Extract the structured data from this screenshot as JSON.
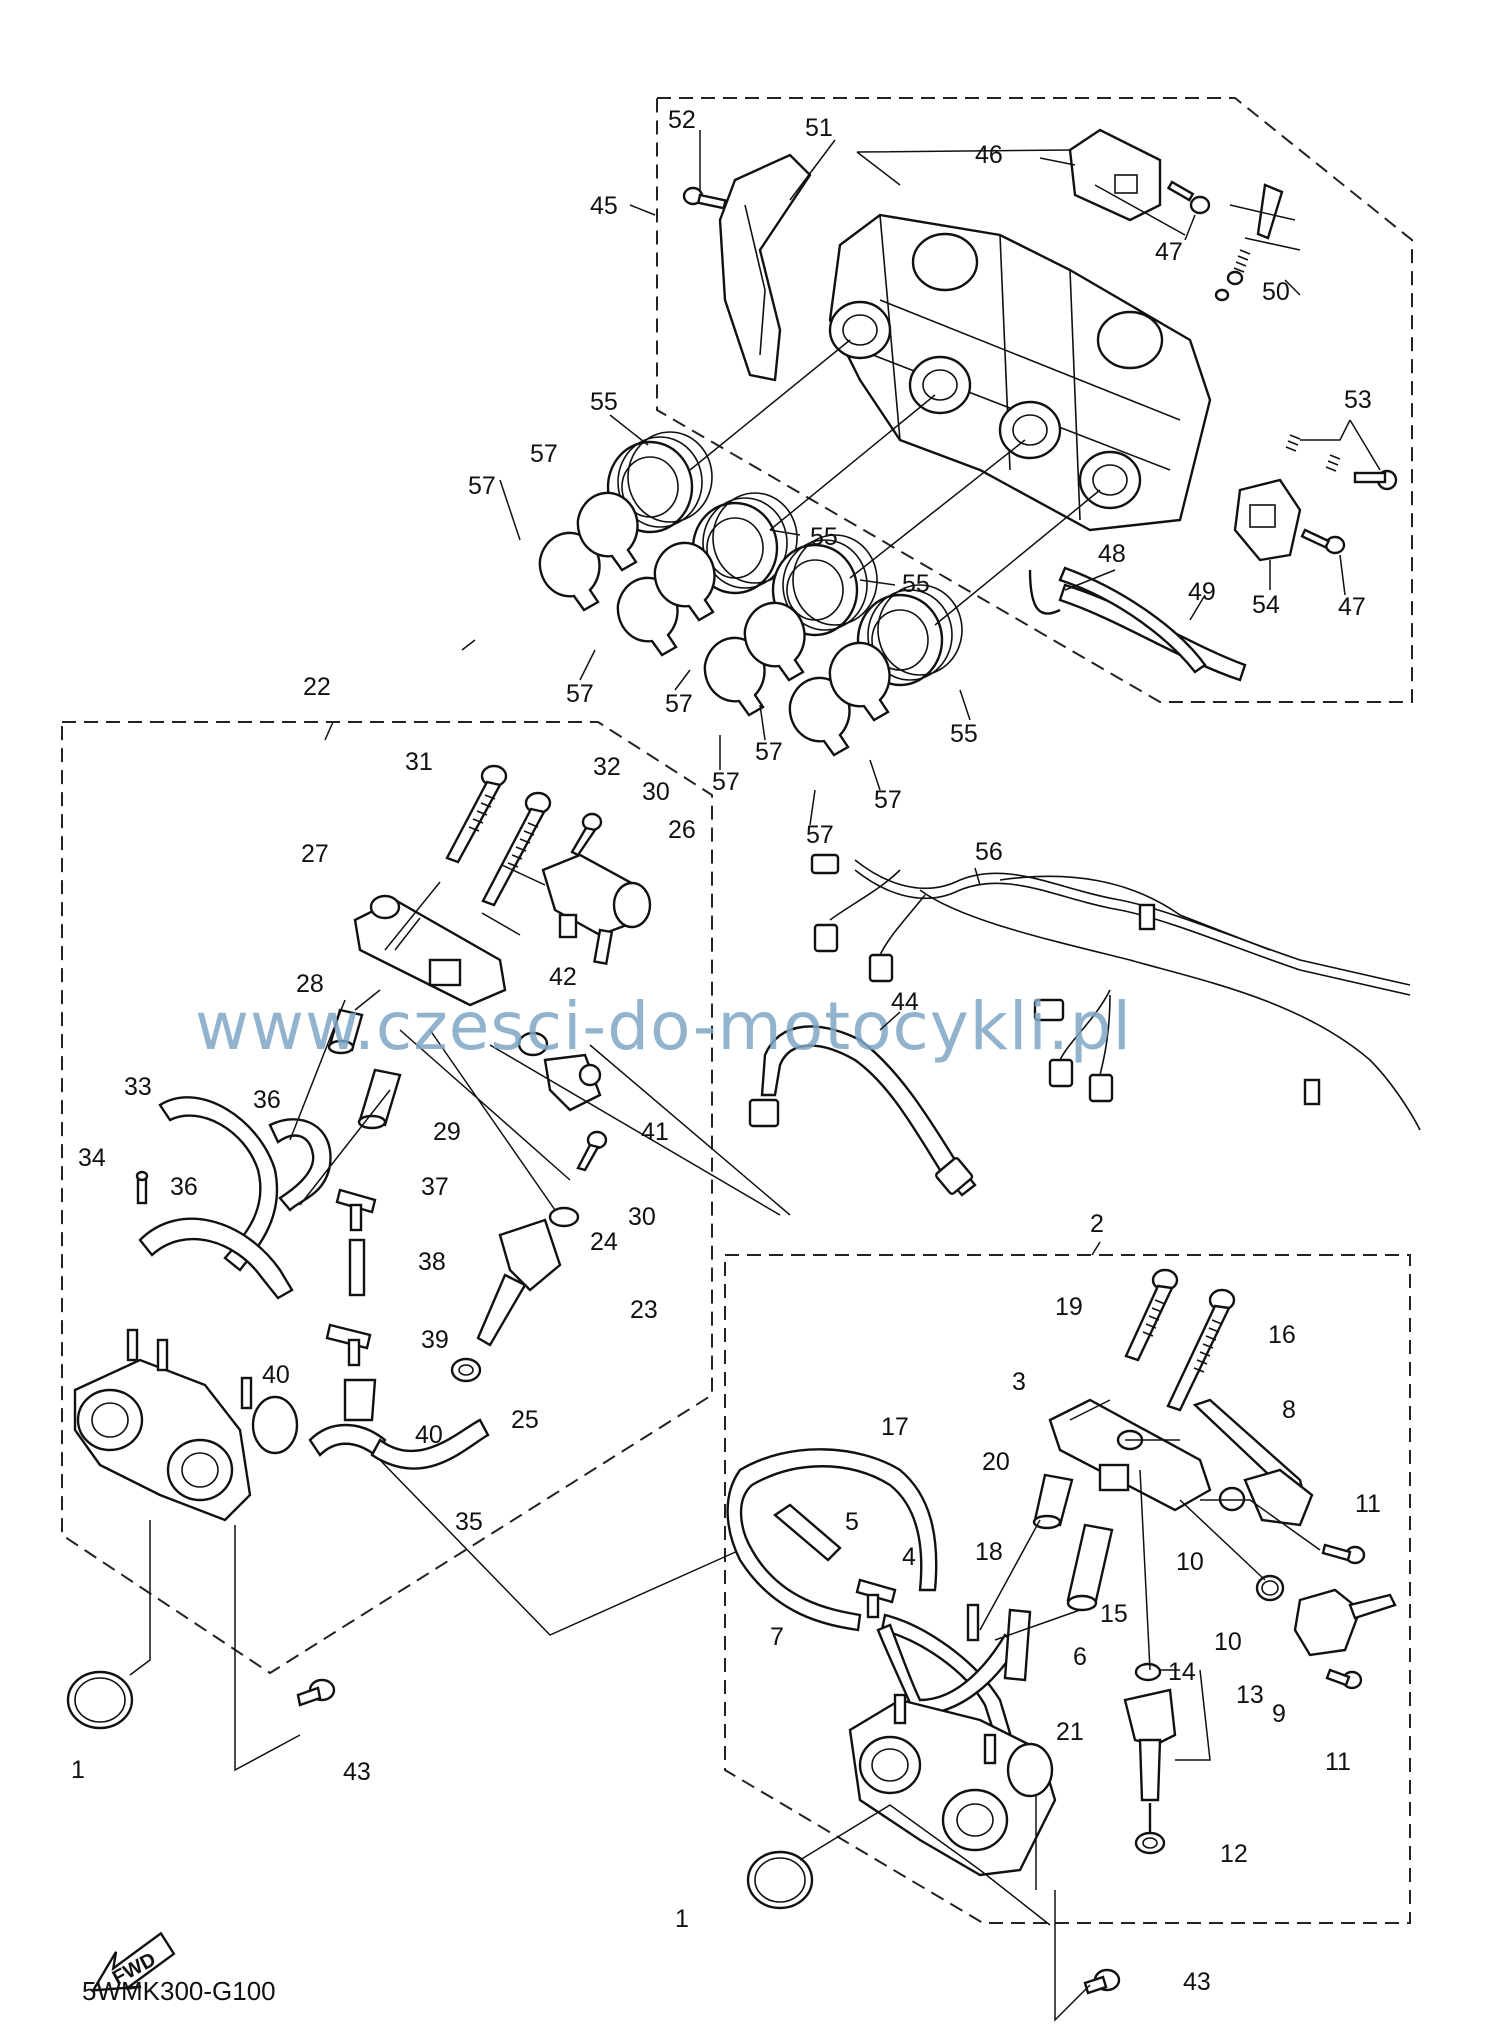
{
  "callouts": [
    {
      "id": "c52",
      "text": "52"
    },
    {
      "id": "c51",
      "text": "51"
    },
    {
      "id": "c46",
      "text": "46"
    },
    {
      "id": "c45",
      "text": "45"
    },
    {
      "id": "c47a",
      "text": "47"
    },
    {
      "id": "c50",
      "text": "50"
    },
    {
      "id": "c53",
      "text": "53"
    },
    {
      "id": "c47b",
      "text": "47"
    },
    {
      "id": "c54",
      "text": "54"
    },
    {
      "id": "c48",
      "text": "48"
    },
    {
      "id": "c49",
      "text": "49"
    },
    {
      "id": "c55a",
      "text": "55"
    },
    {
      "id": "c55b",
      "text": "55"
    },
    {
      "id": "c55c",
      "text": "55"
    },
    {
      "id": "c55d",
      "text": "55"
    },
    {
      "id": "c57a",
      "text": "57"
    },
    {
      "id": "c57b",
      "text": "57"
    },
    {
      "id": "c57c",
      "text": "57"
    },
    {
      "id": "c57d",
      "text": "57"
    },
    {
      "id": "c57e",
      "text": "57"
    },
    {
      "id": "c57f",
      "text": "57"
    },
    {
      "id": "c57g",
      "text": "57"
    },
    {
      "id": "c57h",
      "text": "57"
    },
    {
      "id": "c22",
      "text": "22"
    },
    {
      "id": "c31",
      "text": "31"
    },
    {
      "id": "c32",
      "text": "32"
    },
    {
      "id": "c30a",
      "text": "30"
    },
    {
      "id": "c26",
      "text": "26"
    },
    {
      "id": "c27",
      "text": "27"
    },
    {
      "id": "c28",
      "text": "28"
    },
    {
      "id": "c42",
      "text": "42"
    },
    {
      "id": "c29",
      "text": "29"
    },
    {
      "id": "c41",
      "text": "41"
    },
    {
      "id": "c33",
      "text": "33"
    },
    {
      "id": "c36a",
      "text": "36"
    },
    {
      "id": "c34",
      "text": "34"
    },
    {
      "id": "c36b",
      "text": "36"
    },
    {
      "id": "c37",
      "text": "37"
    },
    {
      "id": "c30b",
      "text": "30"
    },
    {
      "id": "c24",
      "text": "24"
    },
    {
      "id": "c38",
      "text": "38"
    },
    {
      "id": "c23",
      "text": "23"
    },
    {
      "id": "c39",
      "text": "39"
    },
    {
      "id": "c40a",
      "text": "40"
    },
    {
      "id": "c25",
      "text": "25"
    },
    {
      "id": "c40b",
      "text": "40"
    },
    {
      "id": "c35",
      "text": "35"
    },
    {
      "id": "c1a",
      "text": "1"
    },
    {
      "id": "c43a",
      "text": "43"
    },
    {
      "id": "c56",
      "text": "56"
    },
    {
      "id": "c44",
      "text": "44"
    },
    {
      "id": "c2",
      "text": "2"
    },
    {
      "id": "c19",
      "text": "19"
    },
    {
      "id": "c16",
      "text": "16"
    },
    {
      "id": "c3",
      "text": "3"
    },
    {
      "id": "c8",
      "text": "8"
    },
    {
      "id": "c17",
      "text": "17"
    },
    {
      "id": "c20",
      "text": "20"
    },
    {
      "id": "c11a",
      "text": "11"
    },
    {
      "id": "c5",
      "text": "5"
    },
    {
      "id": "c4",
      "text": "4"
    },
    {
      "id": "c18",
      "text": "18"
    },
    {
      "id": "c10a",
      "text": "10"
    },
    {
      "id": "c15",
      "text": "15"
    },
    {
      "id": "c7",
      "text": "7"
    },
    {
      "id": "c10b",
      "text": "10"
    },
    {
      "id": "c6",
      "text": "6"
    },
    {
      "id": "c14",
      "text": "14"
    },
    {
      "id": "c13",
      "text": "13"
    },
    {
      "id": "c9",
      "text": "9"
    },
    {
      "id": "c21",
      "text": "21"
    },
    {
      "id": "c11b",
      "text": "11"
    },
    {
      "id": "c12",
      "text": "12"
    },
    {
      "id": "c1b",
      "text": "1"
    },
    {
      "id": "c43b",
      "text": "43"
    }
  ],
  "fwd_label": "FWD",
  "diagram_code": "5WMK300-G100",
  "watermark": "www.czesci-do-motocykli.pl"
}
